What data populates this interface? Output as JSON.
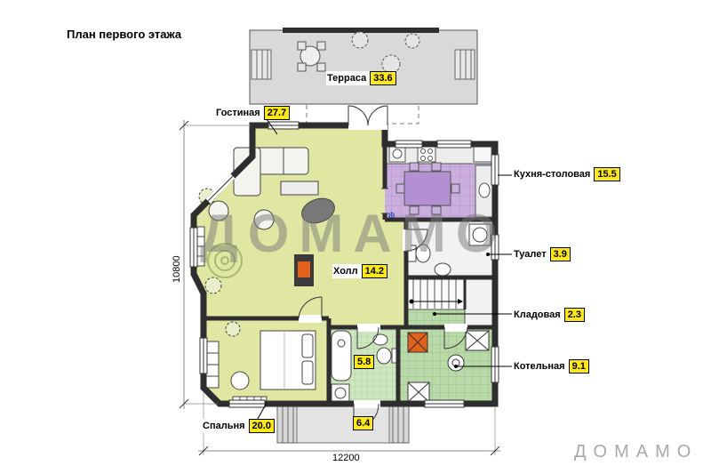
{
  "title": "План первого этажа",
  "watermark": {
    "center": "ДОМАМО",
    "corner": "ДОМАМО"
  },
  "dims": {
    "width": "12200",
    "height": "10800"
  },
  "rooms": {
    "terrace": {
      "name": "Терраса",
      "area": "33.6"
    },
    "living": {
      "name": "Гостиная",
      "area": "27.7"
    },
    "kitchen": {
      "name": "Кухня-столовая",
      "area": "15.5"
    },
    "toilet": {
      "name": "Туалет",
      "area": "3.9"
    },
    "hall": {
      "name": "Холл",
      "area": "14.2"
    },
    "storage": {
      "name": "Кладовая",
      "area": "2.3"
    },
    "boiler": {
      "name": "Котельная",
      "area": "9.1"
    },
    "bedroom": {
      "name": "Спальня",
      "area": "20.0"
    },
    "bath": {
      "area": "5.8"
    },
    "porch": {
      "area": "6.4"
    }
  },
  "icons": {
    "snowflake": "❄"
  },
  "colors": {
    "highlight": "#ffe81a",
    "wall": "#2e2e2e",
    "living_floor": "#dfe7a2",
    "kitchen_floor": "#c9aede",
    "boiler_floor": "#b9d9a9",
    "bath_floor": "#cfe6c0",
    "terrace_floor": "#d9d9d9",
    "accent_fire": "#e2611c",
    "watermark_gray": "#7a7a7a"
  }
}
